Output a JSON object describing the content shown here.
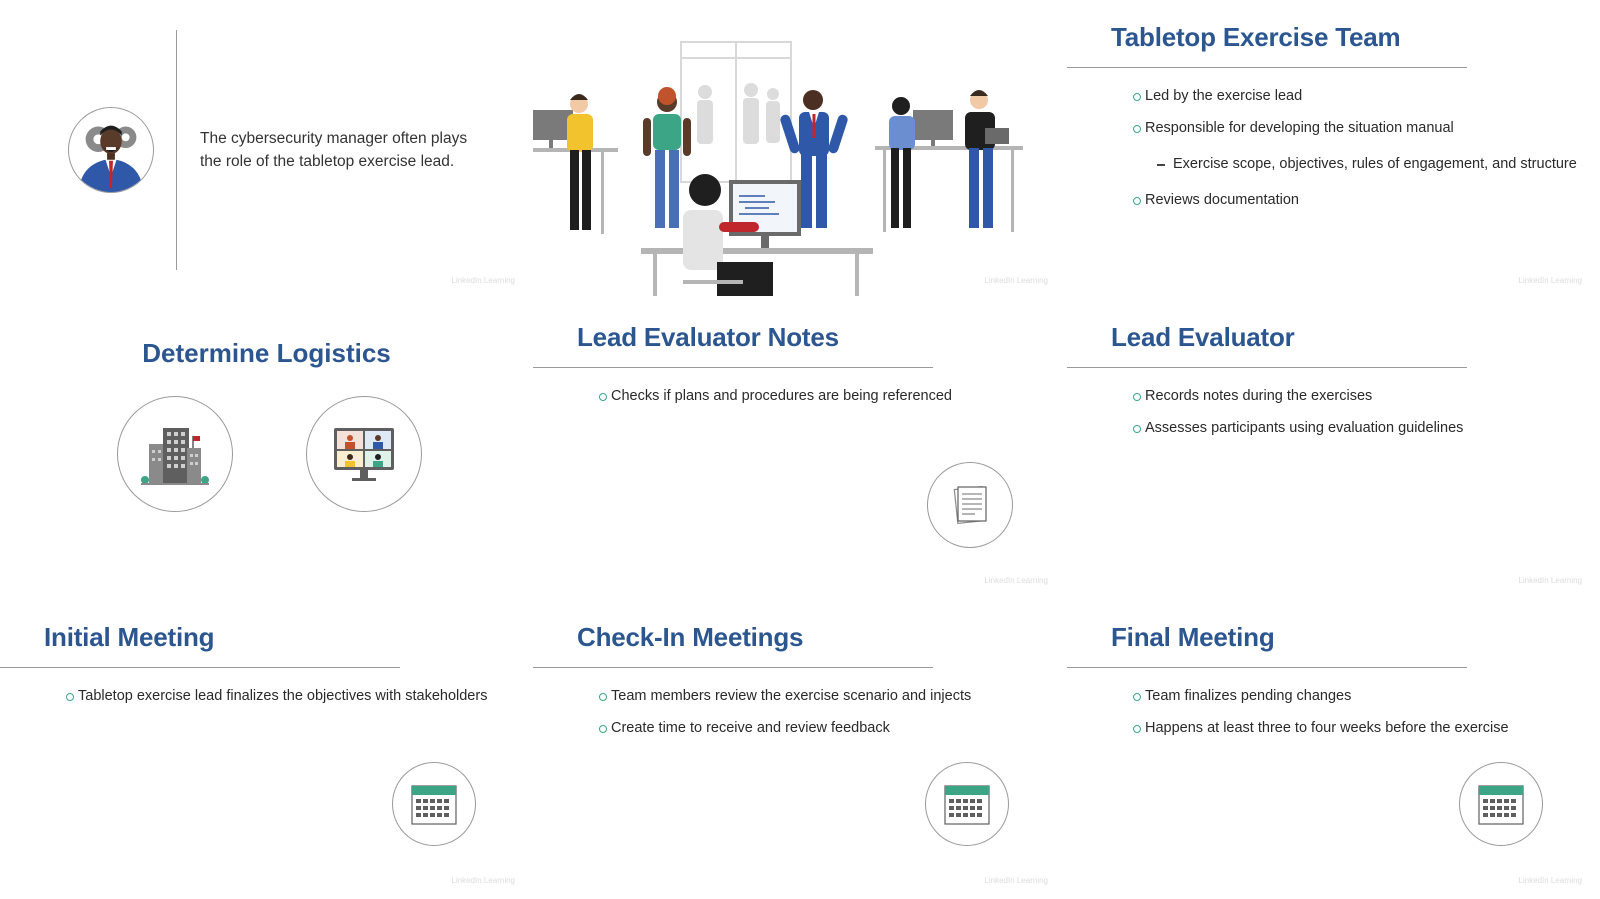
{
  "watermark": "LinkedIn Learning",
  "colors": {
    "heading": "#2c5690",
    "bullet": "#3ca585",
    "rule": "#9a9a9a"
  },
  "panel1": {
    "text": "The cybersecurity manager often plays the role of the tabletop exercise lead.",
    "icon": "manager-gears-icon"
  },
  "panel2": {
    "icon": "office-team-illustration"
  },
  "panel3": {
    "title": "Tabletop Exercise Team",
    "bullets": [
      "Led by the exercise lead",
      "Responsible for developing the situation manual",
      "Exercise scope, objectives, rules of engagement, and structure",
      "Reviews documentation"
    ]
  },
  "panel4": {
    "title": "Determine Logistics",
    "icons": [
      "office-building-icon",
      "video-conference-icon"
    ]
  },
  "panel5": {
    "title": "Lead Evaluator Notes",
    "bullets": [
      "Checks if plans and procedures are being referenced"
    ],
    "icon": "document-icon"
  },
  "panel6": {
    "title": "Lead Evaluator",
    "bullets": [
      "Records notes during the exercises",
      "Assesses participants using evaluation guidelines"
    ]
  },
  "panel7": {
    "title": "Initial Meeting",
    "bullets": [
      "Tabletop exercise lead finalizes the objectives with stakeholders"
    ],
    "icon": "calendar-icon"
  },
  "panel8": {
    "title": "Check-In Meetings",
    "bullets": [
      "Team members review the exercise scenario and injects",
      "Create time to receive and review feedback"
    ],
    "icon": "calendar-icon"
  },
  "panel9": {
    "title": "Final Meeting",
    "bullets": [
      "Team finalizes pending changes",
      "Happens at least three to four weeks before the exercise"
    ],
    "icon": "calendar-icon"
  }
}
